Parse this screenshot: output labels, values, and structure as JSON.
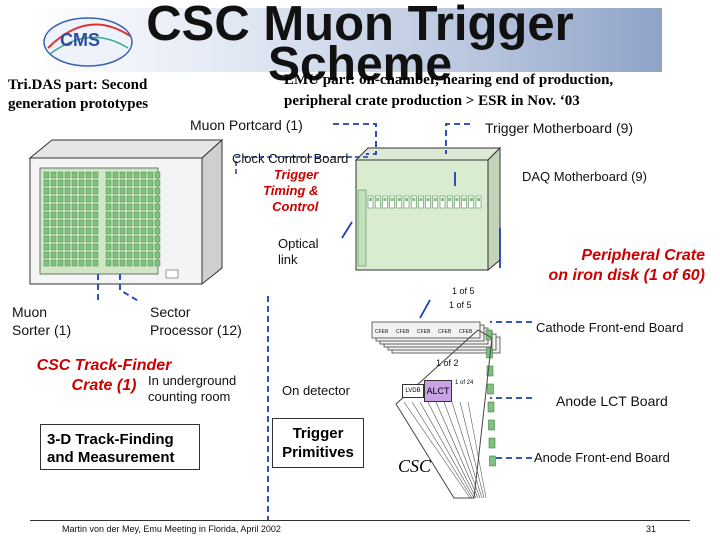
{
  "header": {
    "title": "CSC Muon Trigger",
    "scheme": "Scheme",
    "logo_text": "CMS",
    "tridas_line1": "Tri.DAS part: Second",
    "tridas_line2": "generation prototypes",
    "emu_line1": "EMU part: on-chamber, nearing end of production,",
    "emu_line2": "peripheral crate production > ESR in Nov. ‘03"
  },
  "labels": {
    "muon_portcard": "Muon Portcard (1)",
    "trigger_motherboard": "Trigger Motherboard (9)",
    "clock_control_board": "Clock Control Board",
    "ttc_line1": "Trigger",
    "ttc_line2": "Timing &",
    "ttc_line3": "Control",
    "daq_motherboard": "DAQ Motherboard (9)",
    "optical_link_1": "Optical",
    "optical_link_2": "link",
    "peripheral_crate_1": "Peripheral Crate",
    "peripheral_crate_2": "on iron disk (1 of 60)",
    "one_of_5a": "1 of 5",
    "one_of_5b": "1 of 5",
    "muon_sorter_1": "Muon",
    "muon_sorter_2": "Sorter (1)",
    "sector_processor_1": "Sector",
    "sector_processor_2": "Processor (12)",
    "cathode_feb": "Cathode Front-end Board",
    "one_of_2": "1 of 2",
    "one_of_24": "1 of 24",
    "track_finder_1": "CSC Track-Finder",
    "track_finder_2": "Crate (1)",
    "underground_1": "In underground",
    "underground_2": "counting room",
    "lvdb": "LVDB",
    "alct": "ALCT",
    "anode_lct": "Anode LCT Board",
    "on_detector": "On detector",
    "tf_measurement_1": "3-D Track-Finding",
    "tf_measurement_2": "and Measurement",
    "trigger_primitives_1": "Trigger",
    "trigger_primitives_2": "Primitives",
    "csc": "CSC",
    "anode_feb": "Anode Front-end Board",
    "cfeb": "CFEB"
  },
  "footer": {
    "author": "Martin von der Mey, Emu Meeting in Florida, April 2002",
    "page": "31"
  },
  "colors": {
    "line_blue": "#1a3fb0",
    "crate_green": "#cfe7c4",
    "slot_green": "#7fc27f",
    "label_red": "#cc0000",
    "alct_purple": "#c9a3e6"
  }
}
